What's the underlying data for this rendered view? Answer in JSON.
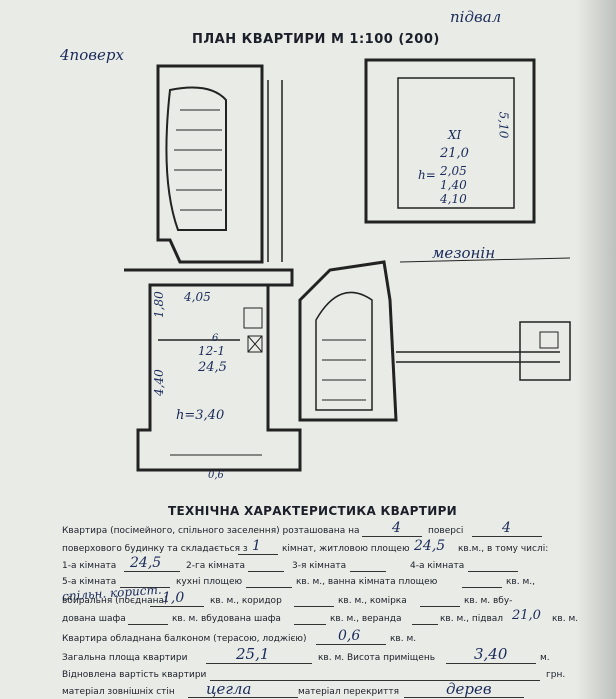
{
  "header": {
    "title": "ПЛАН КВАРТИРИ М 1:100 (200)",
    "floor_label": "4поверх",
    "basement_label": "підвал",
    "mezzanine_label": "мезонін"
  },
  "plan": {
    "basement": {
      "room": "XI",
      "area": "21,0",
      "height_a": "2,05",
      "height_b": "1,40",
      "dim_w": "4,10",
      "dim_h": "5,10",
      "h_prefix": "h="
    },
    "apartment": {
      "dim_top": "4,05",
      "dim_side_a": "1,80",
      "dim_side_b": "4,40",
      "room_no": "12-1",
      "small_no": "6",
      "area": "24,5",
      "height": "h=3,40",
      "balcony": "0,6"
    }
  },
  "section_title": "ТЕХНІЧНА ХАРАКТЕРИСТИКА КВАРТИРИ",
  "rows": [
    {
      "prefix": "Квартира (посімейного, спільного заселення) розташована на",
      "v1": "4",
      "mid": "поверсі",
      "v2": "4"
    },
    {
      "prefix": "поверхового будинку та складається з",
      "v1": "1",
      "mid": "кімнат, житловою площею",
      "v2": "24,5",
      "suffix": "кв.м., в тому числі:"
    },
    {
      "c1": "1-а кімната",
      "v1": "24,5",
      "c2": "2-га кімната",
      "c3": "3-я кімната",
      "c4": "4-а кімната"
    },
    {
      "c1": "5-а кімната",
      "c2": "кухні площею",
      "c3": "кв. м., ванна кімната площею",
      "c4": "кв. м.,"
    },
    {
      "hw": "спільн. корист.",
      "c1": "вбиральня (поєднана)",
      "v1": "1,0",
      "c2": "кв. м., коридор",
      "c3": "кв. м., комірка",
      "c4": "кв. м. вбу-"
    },
    {
      "c1": "дована шафа",
      "c2": "кв. м. вбудована шафа",
      "c3": "кв. м., веранда",
      "c4": "кв. м., підвал",
      "v1": "21,0",
      "c5": "кв. м."
    },
    {
      "prefix": "Квартира обладнана балконом (терасою, лоджією)",
      "v1": "0,6",
      "suffix": "кв. м."
    },
    {
      "prefix": "Загальна площа квартири",
      "v1": "25,1",
      "mid": "кв. м. Висота приміщень",
      "v2": "3,40",
      "suffix": "м."
    },
    {
      "prefix": "Відновлена вартість квартири",
      "suffix": "грн."
    },
    {
      "prefix": "матеріал зовнішніх стін",
      "v1": "цегла",
      "mid": "матеріал перекриття",
      "v2": "дерев"
    }
  ]
}
